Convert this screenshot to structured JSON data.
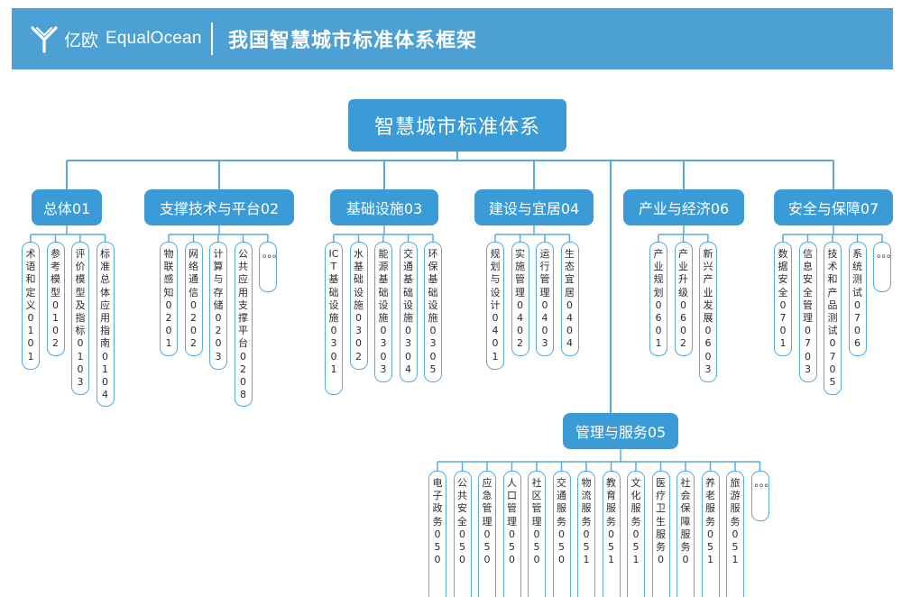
{
  "header": {
    "logo_cn": "亿欧",
    "logo_en": "EqualOcean",
    "title": "我国智慧城市标准体系框架"
  },
  "root": "智慧城市标准体系",
  "categories": [
    {
      "label": "总体01",
      "items": [
        "术语和定义0101",
        "参考模型0102",
        "评价模型及指标0103",
        "标准总体应用指南0104"
      ]
    },
    {
      "label": "支撑技术与平台02",
      "items": [
        "物联感知0201",
        "网络通信0202",
        "计算与存储0203",
        "公共应用支撑平台0208",
        "。。。"
      ]
    },
    {
      "label": "基础设施03",
      "items": [
        "ICT基础设施0301",
        "水基础设施0302",
        "能源基础设施0303",
        "交通基础设施0304",
        "环保基础设施0305"
      ]
    },
    {
      "label": "建设与宜居04",
      "items": [
        "规划与设计0401",
        "实施管理0402",
        "运行管理0403",
        "生态宜居0404"
      ]
    },
    {
      "label": "产业与经济06",
      "items": [
        "产业规划0601",
        "产业升级0602",
        "新兴产业发展0603"
      ]
    },
    {
      "label": "安全与保障07",
      "items": [
        "数据安全0701",
        "信息安全管理0703",
        "技术和产品测试0705",
        "系统测试0706",
        "。。。"
      ]
    },
    {
      "label": "管理与服务05",
      "items": [
        "电子政务050",
        "公共安全050",
        "应急管理050",
        "人口管理050",
        "社区管理050",
        "交通服务050",
        "物流服务051",
        "教育服务051",
        "文化服务051",
        "医疗卫生服务0",
        "社会保障服务0",
        "养老服务051",
        "旅游服务051",
        "。。。"
      ]
    }
  ]
}
